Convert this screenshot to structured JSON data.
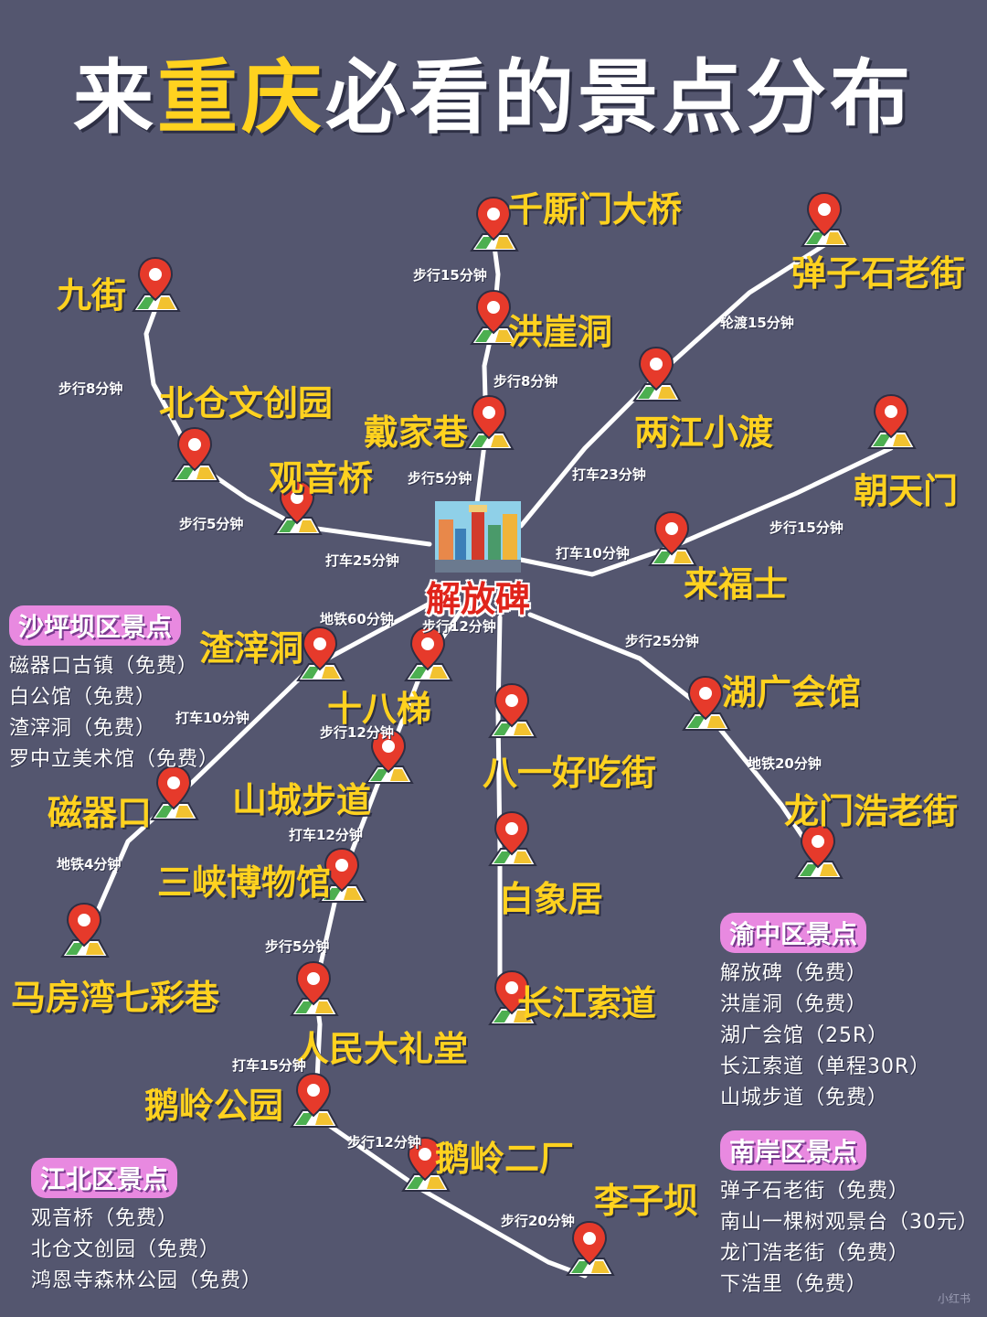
{
  "title": {
    "prefix": "来",
    "highlight": "重庆",
    "suffix": "必看的景点分布"
  },
  "colors": {
    "background": "#54566f",
    "label": "#ffd21f",
    "route": "#ffffff",
    "center_label": "#e0241b",
    "district_badge": "#e889e0"
  },
  "center": {
    "label": "解放碑",
    "icon": "city-square-icon"
  },
  "places": {
    "qiansimen": "千厮门大桥",
    "hongyadong": "洪崖洞",
    "daijiaxiang": "戴家巷",
    "danzishi": "弹子石老街",
    "liangjiang": "两江小渡",
    "chaotianmen": "朝天门",
    "laifushi": "来福士",
    "jiujie": "九街",
    "beicang": "北仓文创园",
    "guanyinqiao": "观音桥",
    "zhazidong": "渣滓洞",
    "shibati": "十八梯",
    "huguang": "湖广会馆",
    "bayi": "八一好吃街",
    "longmenhao": "龙门浩老街",
    "ciqikou": "磁器口",
    "shancheng": "山城步道",
    "sanxia": "三峡博物馆",
    "baixiangju": "白象居",
    "mafangwan": "马房湾七彩巷",
    "suodao": "长江索道",
    "renmin": "人民大礼堂",
    "eling": "鹅岭公园",
    "eling2": "鹅岭二厂",
    "liziba": "李子坝"
  },
  "edges": {
    "qiansimen_hongyadong": "步行15分钟",
    "hongyadong_daijiaxiang": "步行8分钟",
    "daijiaxiang_center": "步行5分钟",
    "danzishi_liangjiang": "轮渡15分钟",
    "liangjiang_center": "打车23分钟",
    "chaotianmen_laifushi": "步行15分钟",
    "laifushi_center": "打车10分钟",
    "jiujie_beicang": "步行8分钟",
    "beicang_guanyinqiao": "步行5分钟",
    "guanyinqiao_center": "打车25分钟",
    "zhazidong_center": "地铁60分钟",
    "shibati_center": "步行12分钟",
    "huguang_center": "步行25分钟",
    "huguang_longmenhao": "地铁20分钟",
    "zhazidong_ciqikou": "打车10分钟",
    "shibati_shancheng": "步行12分钟",
    "shancheng_sanxia": "打车12分钟",
    "ciqikou_mafangwan": "地铁4分钟",
    "sanxia_renmin": "步行5分钟",
    "renmin_eling": "打车15分钟",
    "eling_eling2": "步行12分钟",
    "eling2_liziba": "步行20分钟"
  },
  "districts": {
    "shapingba": {
      "title": "沙坪坝区景点",
      "items": [
        "磁器口古镇（免费）",
        "白公馆（免费）",
        "渣滓洞（免费）",
        "罗中立美术馆（免费）"
      ]
    },
    "yuzhong": {
      "title": "渝中区景点",
      "items": [
        "解放碑（免费）",
        "洪崖洞（免费）",
        "湖广会馆（25R）",
        "长江索道（单程30R）",
        "山城步道（免费）"
      ]
    },
    "jiangbei": {
      "title": "江北区景点",
      "items": [
        "观音桥（免费）",
        "北仓文创园（免费）",
        "鸿恩寺森林公园（免费）"
      ]
    },
    "nanan": {
      "title": "南岸区景点",
      "items": [
        "弹子石老街（免费）",
        "南山一棵树观景台（30元）",
        "龙门浩老街（免费）",
        "下浩里（免费）"
      ]
    }
  },
  "watermark": "小红书"
}
